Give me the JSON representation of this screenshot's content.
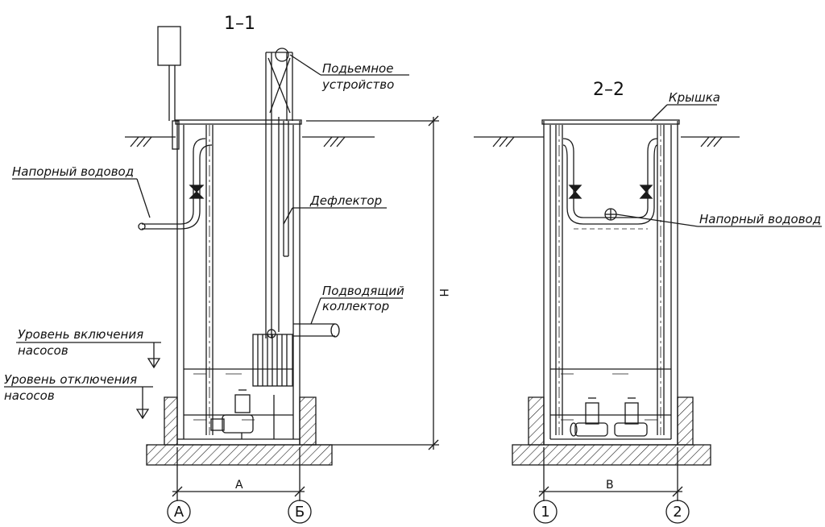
{
  "section_titles": {
    "left": "1–1",
    "right": "2–2"
  },
  "labels": {
    "lifting_device_1": "Подьемное",
    "lifting_device_2": "устройство",
    "pressure_line_left": "Напорный водовод",
    "deflector": "Дефлектор",
    "inlet_1": "Подводящий",
    "inlet_2": "коллектор",
    "level_on_1": "Уровень включения",
    "level_on_2": "насосов",
    "level_off_1": "Уровень отключения",
    "level_off_2": "насосов",
    "lid": "Крышка",
    "pressure_line_right": "Напорный водовод"
  },
  "dimensions": {
    "height": "H",
    "width_left": "A",
    "width_right": "B"
  },
  "axes": {
    "a": "А",
    "b": "Б",
    "one": "1",
    "two": "2"
  }
}
